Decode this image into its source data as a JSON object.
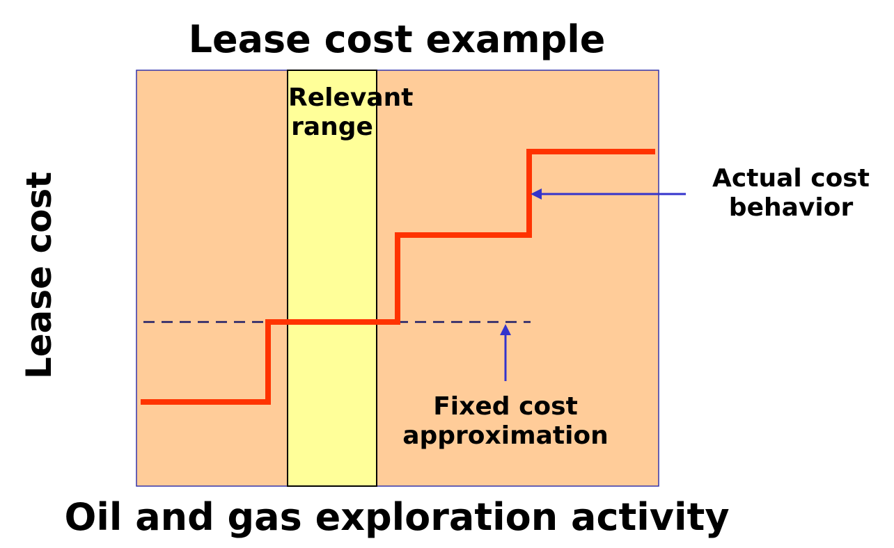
{
  "title": "Lease cost example",
  "axes": {
    "x_label": "Oil and gas exploration activity",
    "y_label": "Lease cost"
  },
  "annotations": {
    "relevant_range": [
      "Relevant",
      "range"
    ],
    "actual_cost": [
      "Actual cost",
      "behavior"
    ],
    "fixed_cost": [
      "Fixed cost",
      "approximation"
    ]
  },
  "colors": {
    "plot_background": "#FFCC99",
    "plot_border": "#3333AA",
    "relevant_range_fill": "#FFFF99",
    "step_line": "#FF3300",
    "dashed_line": "#1A1A66",
    "arrow": "#3333CC"
  }
}
